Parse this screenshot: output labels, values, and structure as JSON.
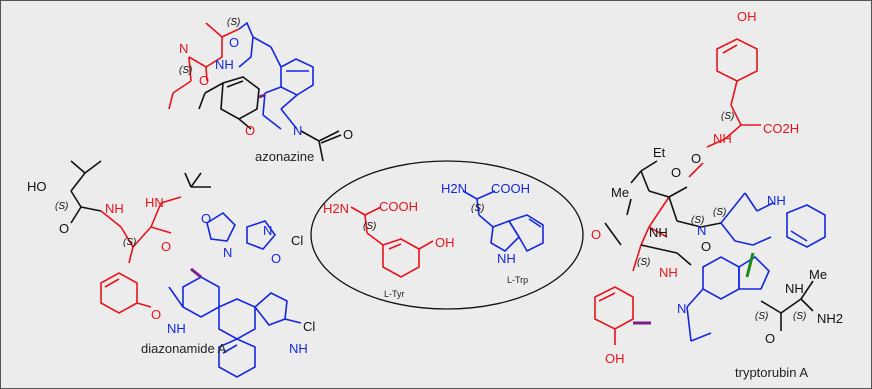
{
  "colors": {
    "black": "#111111",
    "red": "#e8141b",
    "blue": "#1428e0",
    "purple": "#7a1f8a",
    "green": "#1e8a1e",
    "panel": "#ececec"
  },
  "labels": {
    "azonazine": "azonazine",
    "diazonamide": "diazonamide A",
    "tryptorubin": "tryptorubin A",
    "tyr": "L-Tyr",
    "trp": "L-Trp"
  },
  "stereo_mark": "(S)",
  "atoms": {
    "N": "N",
    "NH": "NH",
    "HN": "HN",
    "O": "O",
    "HO": "HO",
    "OH": "OH",
    "Cl": "Cl",
    "H2N": "H2N",
    "NH2": "NH2",
    "COOH": "COOH",
    "CO2H": "CO2H",
    "Me": "Me",
    "Et": "Et"
  }
}
